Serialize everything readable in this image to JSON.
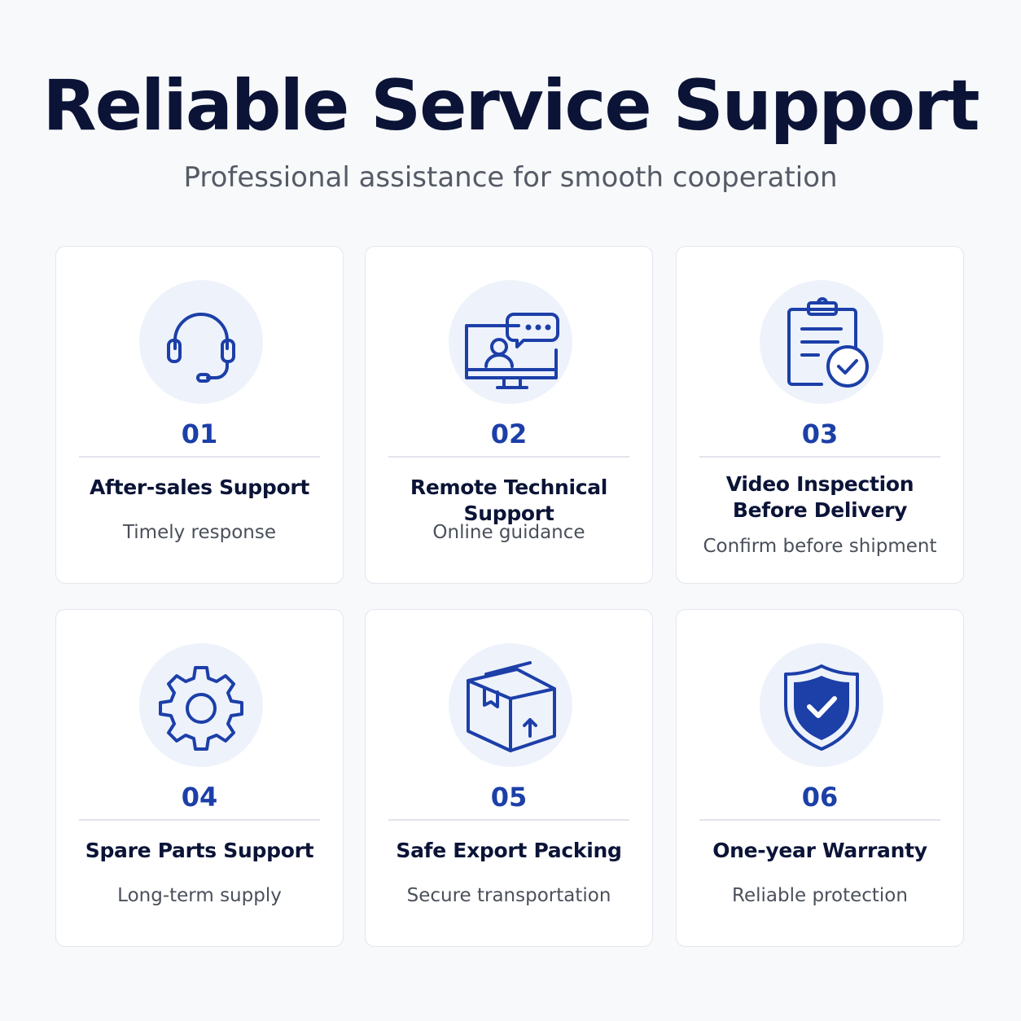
{
  "header": {
    "title": "Reliable Service Support",
    "subtitle": "Professional assistance for smooth cooperation"
  },
  "colors": {
    "accent": "#1c3fa8",
    "title": "#0b1437",
    "icon_bg": "#eef2fb"
  },
  "cards": [
    {
      "number": "01",
      "title": "After-sales Support",
      "subtitle": "Timely response",
      "icon": "headset-icon"
    },
    {
      "number": "02",
      "title": "Remote Technical Support",
      "subtitle": "Online guidance",
      "icon": "monitor-chat-icon"
    },
    {
      "number": "03",
      "title": "Video Inspection Before Delivery",
      "subtitle": "Confirm before shipment",
      "icon": "clipboard-check-icon"
    },
    {
      "number": "04",
      "title": "Spare Parts Support",
      "subtitle": "Long-term supply",
      "icon": "gear-icon"
    },
    {
      "number": "05",
      "title": "Safe Export Packing",
      "subtitle": "Secure transportation",
      "icon": "box-icon"
    },
    {
      "number": "06",
      "title": "One-year Warranty",
      "subtitle": "Reliable protection",
      "icon": "shield-check-icon"
    }
  ]
}
